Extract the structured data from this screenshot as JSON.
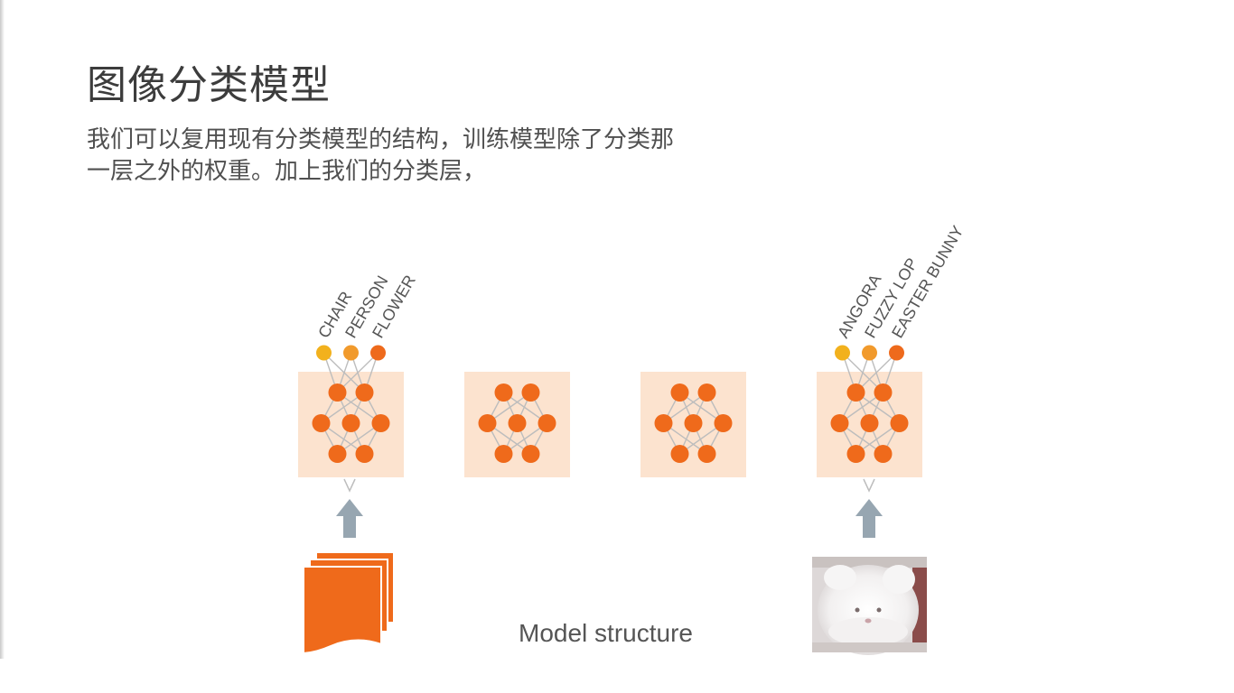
{
  "slide": {
    "title": "图像分类模型",
    "body_line1": "我们可以复用现有分类模型的结构，训练模型除了分类那",
    "body_line2": "一层之外的权重。加上我们的分类层，"
  },
  "diagram": {
    "left_output_labels": [
      "CHAIR",
      "PERSON",
      "FLOWER"
    ],
    "right_output_labels": [
      "ANGORA",
      "FUZZY LOP",
      "EASTER BUNNY"
    ],
    "caption": "Model structure",
    "input_left": "document-stack-icon",
    "input_right": "white-rabbit-photo",
    "colors": {
      "block_bg": "#fce3cf",
      "node": "#ef6a1b",
      "output_yellow": "#f2b11d",
      "output_amber": "#f19a2c",
      "output_orange": "#ee6a1c",
      "edge": "#bdbdbd",
      "arrow": "#97a6b1",
      "text": "#555555"
    }
  }
}
